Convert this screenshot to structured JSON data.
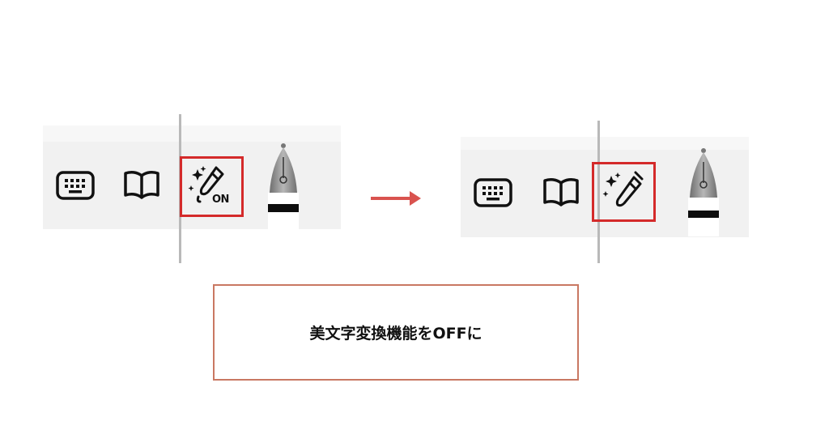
{
  "before_toolbar": {
    "tools": [
      {
        "name": "keyboard",
        "icon": "keyboard-icon"
      },
      {
        "name": "dictionary",
        "icon": "book-icon"
      },
      {
        "name": "handwriting-beautify",
        "icon": "sparkle-pen-icon",
        "badge": "ON",
        "state": "on",
        "highlighted": true
      },
      {
        "name": "fountain-pen",
        "icon": "fountain-pen-icon"
      }
    ]
  },
  "after_toolbar": {
    "tools": [
      {
        "name": "keyboard",
        "icon": "keyboard-icon"
      },
      {
        "name": "dictionary",
        "icon": "book-icon"
      },
      {
        "name": "handwriting-beautify",
        "icon": "sparkle-pen-icon",
        "state": "off",
        "highlighted": true
      },
      {
        "name": "fountain-pen",
        "icon": "fountain-pen-icon"
      }
    ]
  },
  "arrow_icon": "arrow-right-icon",
  "colors": {
    "highlight": "#d42a2a",
    "arrow": "#d9534f",
    "caption_border": "#c97862",
    "toolbar_bg": "#f1f1f1"
  },
  "caption": {
    "text": "美文字変換機能をOFFに"
  }
}
